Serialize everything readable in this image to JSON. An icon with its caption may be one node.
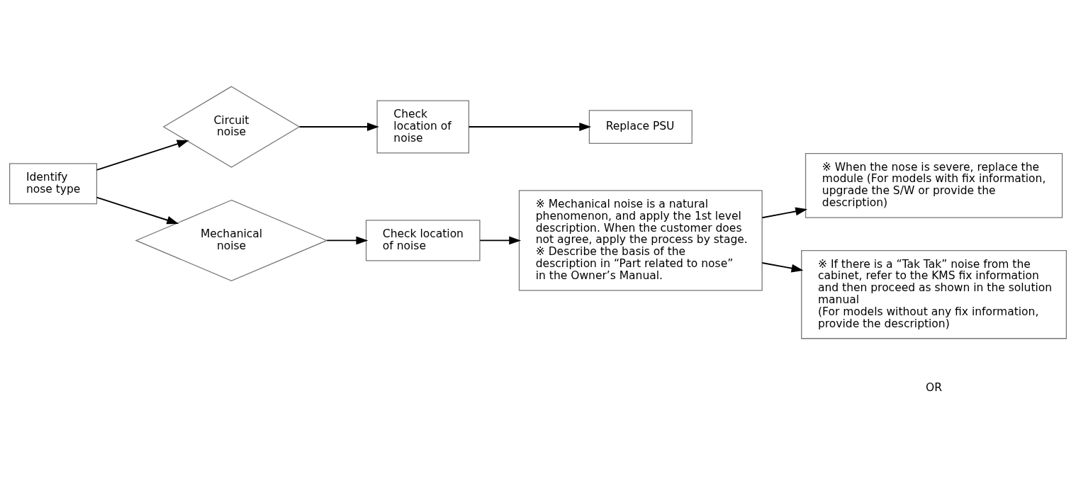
{
  "diagram": {
    "nodes": [
      {
        "text": [
          "Identify nose type"
        ]
      },
      {
        "text": [
          "Circuit noise"
        ]
      },
      {
        "text": [
          "Check location of noise"
        ]
      },
      {
        "text": [
          "Replace PSU"
        ]
      },
      {
        "text": [
          "Mechanical noise"
        ]
      },
      {
        "text": [
          "Check location of noise"
        ]
      },
      {
        "text": [
          "※ Mechanical noise is a natural phenomenon, and apply the 1st level description. When the customer does not agree, apply the process by stage.",
          "※ Describe the basis of the description in “Part related to nose” in the Owner’s Manual."
        ]
      },
      {
        "text": [
          "※ When the nose is severe, replace the module (For models with fix information, upgrade the S/W or provide the description)"
        ]
      },
      {
        "text": [
          "※ If there is a “Tak Tak” noise from the cabinet, refer to the KMS fix information and then proceed as shown in the solution manual",
          "(For models without any fix information, provide the description)"
        ]
      }
    ],
    "edges": [
      {
        "from": 0,
        "to": 1,
        "arrow": "to"
      },
      {
        "from": 0,
        "to": 4,
        "arrow": "to"
      },
      {
        "from": 1,
        "to": 2,
        "arrow": "to"
      },
      {
        "from": 2,
        "to": 3,
        "arrow": "to"
      },
      {
        "from": 4,
        "to": 5,
        "arrow": "to"
      },
      {
        "from": 5,
        "to": 6,
        "arrow": "to"
      },
      {
        "from": 6,
        "to": 7,
        "arrow": "to"
      },
      {
        "from": 6,
        "to": 8,
        "arrow": "to"
      }
    ],
    "labels": [
      "OR"
    ]
  }
}
